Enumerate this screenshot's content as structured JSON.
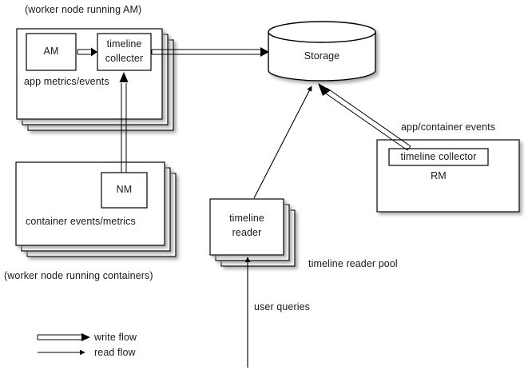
{
  "diagram": {
    "title_top_left": "(worker node running AM)",
    "caption_bottom_left": "(worker node running containers)",
    "nodes": {
      "am_box": "AM",
      "am_collector": "timeline\ncollecter",
      "am_collector_line1": "timeline",
      "am_collector_line2": "collecter",
      "app_metrics_label": "app metrics/events",
      "nm_box": "NM",
      "container_metrics_label": "container events/metrics",
      "storage": "Storage",
      "rm_collector": "timeline collector",
      "rm_box": "RM",
      "app_container_events_label": "app/container events",
      "timeline_reader_line1": "timeline",
      "timeline_reader_line2": "reader",
      "timeline_reader_pool_label": "timeline reader pool",
      "user_queries_label": "user queries"
    },
    "legend": {
      "write_flow": "write flow",
      "read_flow": "read flow"
    },
    "colors": {
      "stroke": "#000000",
      "fill": "#ffffff",
      "text": "#1a1a1a",
      "shadow": "#b3b3b3"
    }
  }
}
